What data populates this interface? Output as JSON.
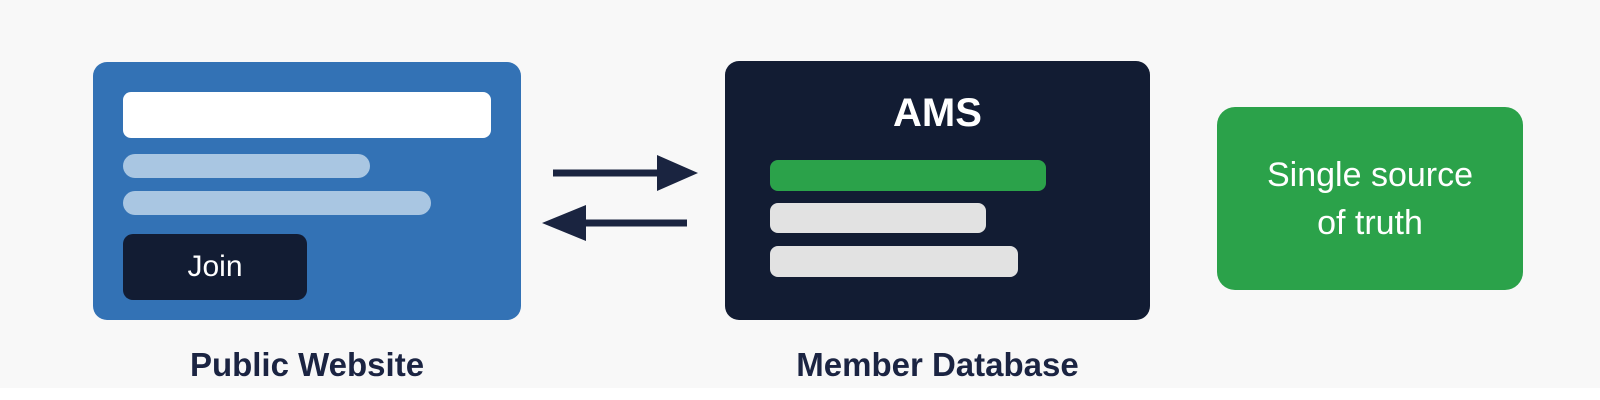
{
  "colors": {
    "bg": "#f8f8f8",
    "bottom-strip": "#ffffff",
    "blue": "#3372b5",
    "light-blue": "#a9c6e2",
    "navy": "#121c33",
    "green": "#2ba24a",
    "gray": "#e2e2e2",
    "white": "#ffffff",
    "label": "#1b2442",
    "arrow": "#1a2440"
  },
  "public_website": {
    "caption": "Public Website",
    "join_button_label": "Join"
  },
  "member_database": {
    "caption": "Member Database",
    "title": "AMS"
  },
  "single_source": {
    "line1": "Single source",
    "line2": "of truth"
  }
}
